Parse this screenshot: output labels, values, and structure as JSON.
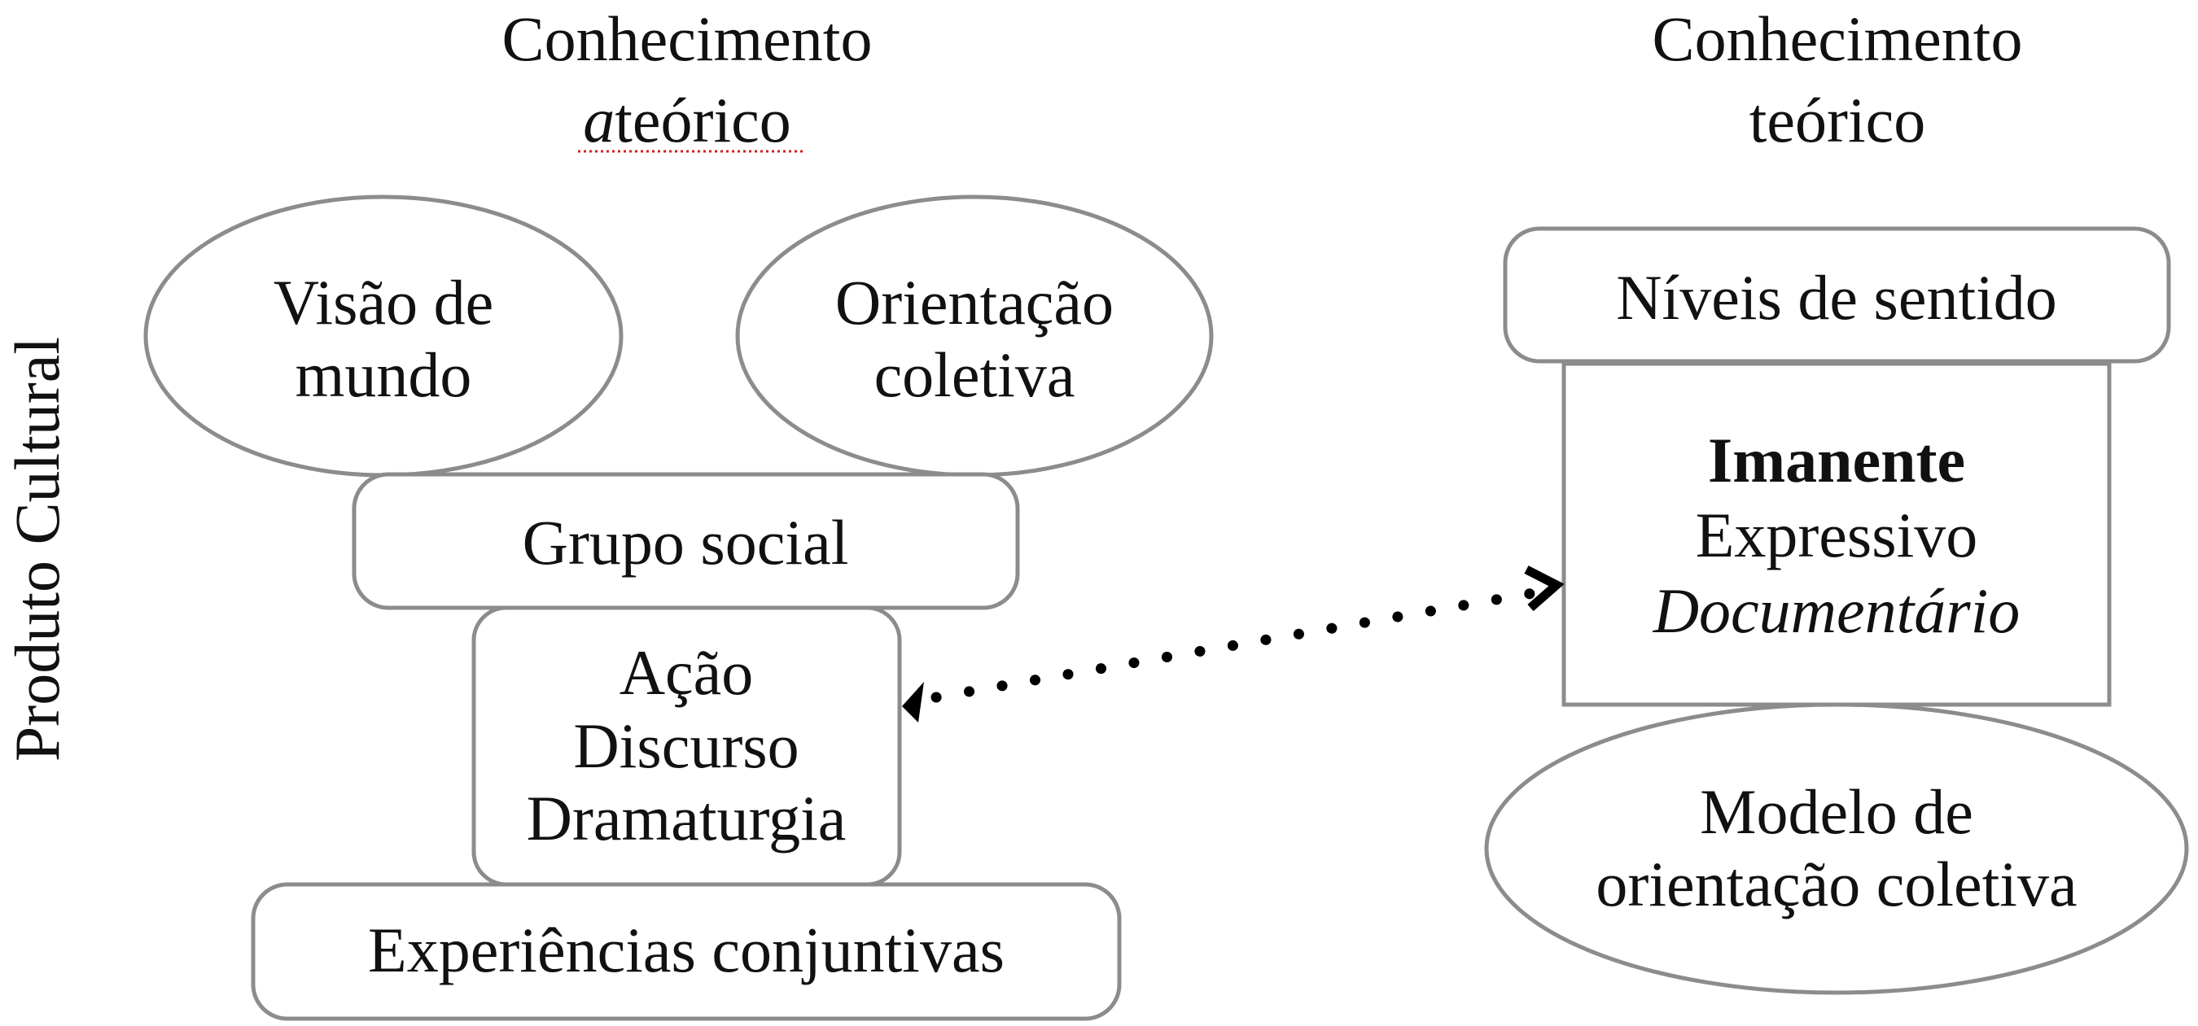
{
  "side_label": "Produto Cultural",
  "left_header": {
    "line1": "Conhecimento",
    "line2_italic": "a",
    "line2_rest": "teórico"
  },
  "right_header": {
    "line1": "Conhecimento",
    "line2": "teórico"
  },
  "left": {
    "visao": [
      "Visão de",
      "mundo"
    ],
    "orientacao": [
      "Orientação",
      "coletiva"
    ],
    "grupo": "Grupo social",
    "acao": [
      "Ação",
      "Discurso",
      "Dramaturgia"
    ],
    "experiencias": "Experiências conjuntivas"
  },
  "right": {
    "niveis": "Níveis de sentido",
    "levels": {
      "bold": "Imanente",
      "regular": "Expressivo",
      "italic": "Documentário"
    },
    "modelo": [
      "Modelo de",
      "orientação coletiva"
    ]
  },
  "colors": {
    "stroke": "#8c8c8c",
    "arrow": "#000000",
    "spellcheck": "#d02020"
  }
}
